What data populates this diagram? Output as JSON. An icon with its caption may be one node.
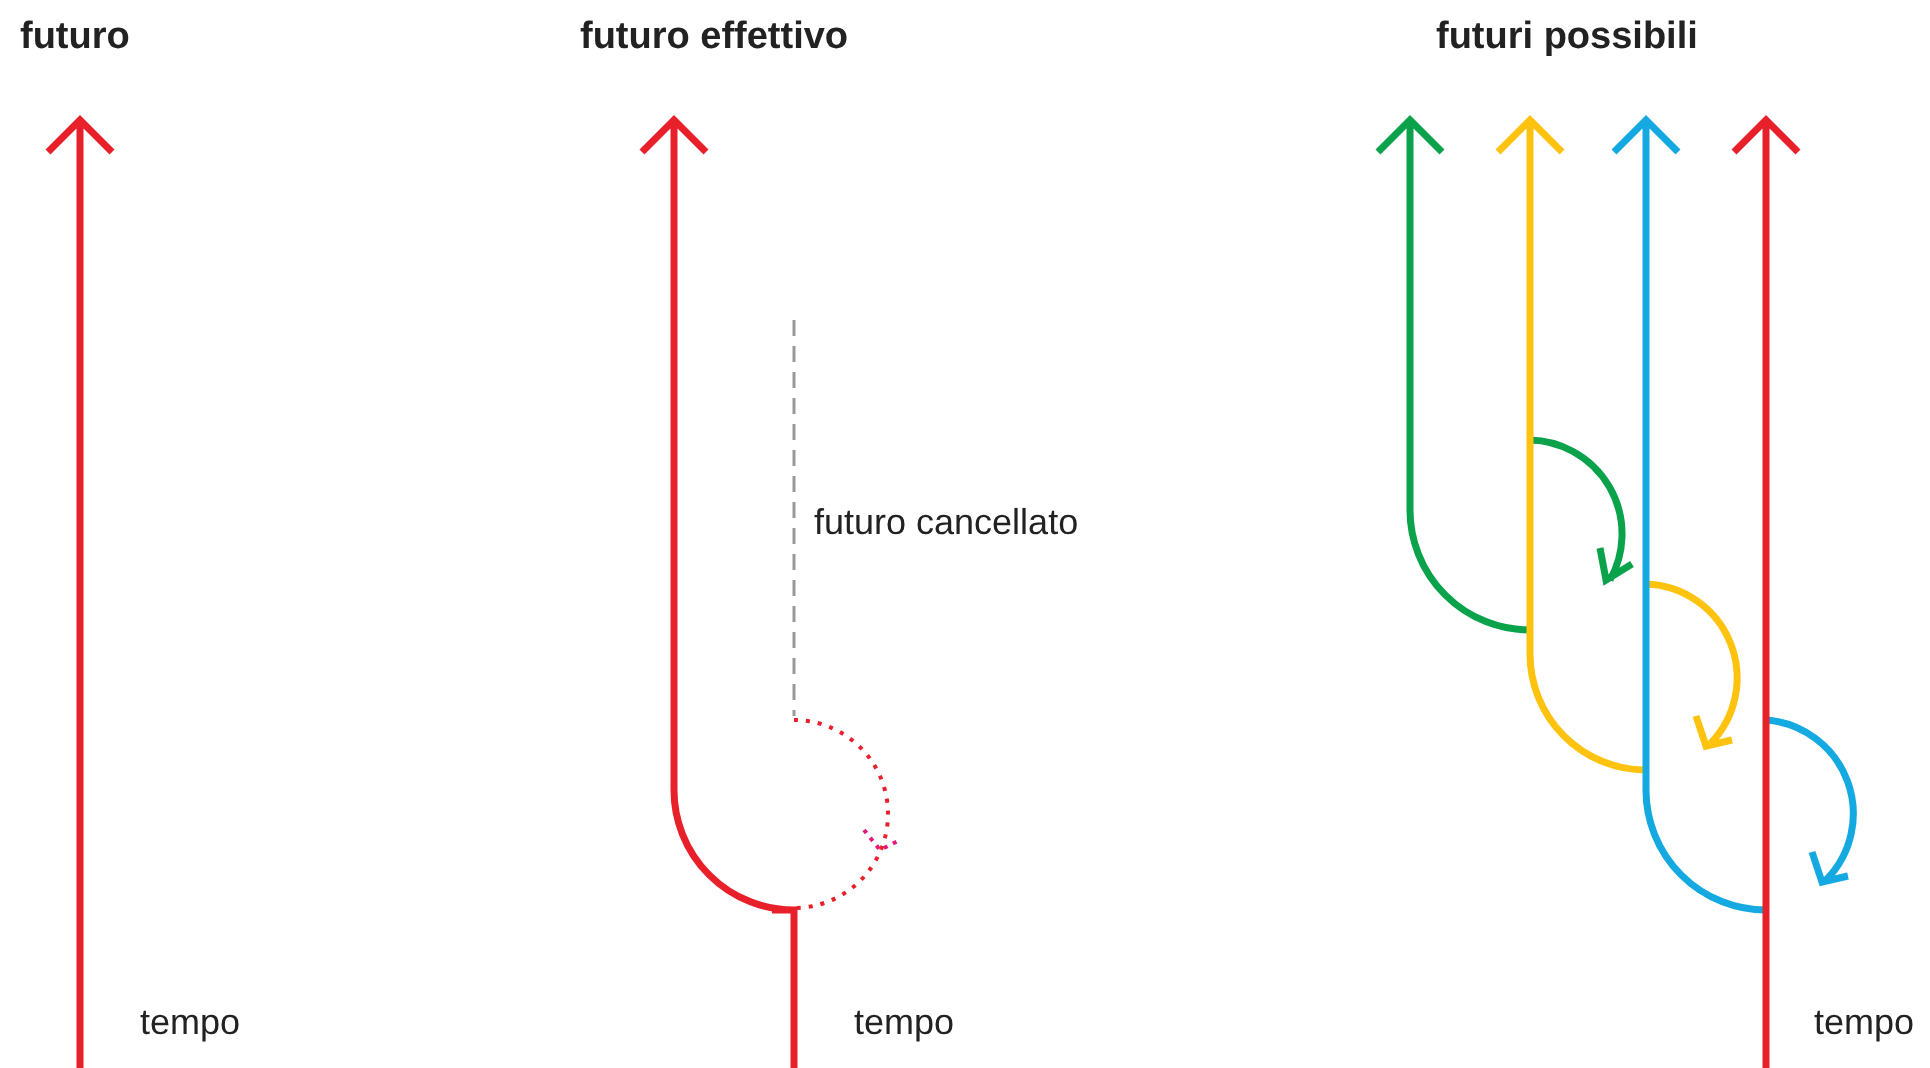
{
  "diagram": {
    "labels": [
      "futuro",
      "futuro effettivo",
      "futuri possibili",
      "futuro cancellato",
      "tempo",
      "tempo",
      "tempo"
    ]
  }
}
